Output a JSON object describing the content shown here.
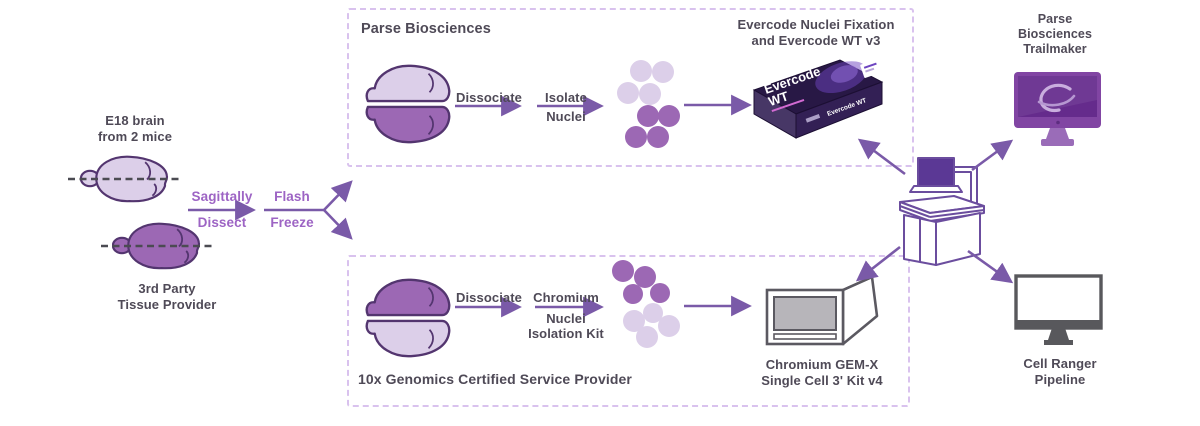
{
  "source": {
    "e18_line1": "E18 brain",
    "e18_line2": "from 2 mice",
    "provider_line1": "3rd Party",
    "provider_line2": "Tissue Provider",
    "step1_top": "Sagittally",
    "step1_bottom": "Dissect",
    "step2_top": "Flash",
    "step2_bottom": "Freeze"
  },
  "parse_box": {
    "title": "Parse Biosciences",
    "step1": "Dissociate",
    "step2_top": "Isolate",
    "step2_bottom": "Nuclei",
    "kit_title_line1": "Evercode Nuclei Fixation",
    "kit_title_line2": "and Evercode WT v3",
    "kit_box_line1": "Evercode",
    "kit_box_line2": "WT",
    "kit_box_side": "Evercode WT"
  },
  "tenx_box": {
    "title": "10x Genomics Certified Service Provider",
    "step1": "Dissociate",
    "step2_top": "Chromium",
    "step2_mid": "Nuclei",
    "step2_bottom": "Isolation Kit",
    "kit_title_line1": "Chromium GEM-X",
    "kit_title_line2": "Single Cell 3' Kit v4"
  },
  "outputs": {
    "trailmaker_line1": "Parse",
    "trailmaker_line2": "Biosciences",
    "trailmaker_line3": "Trailmaker",
    "cellranger_line1": "Cell Ranger",
    "cellranger_line2": "Pipeline"
  },
  "colors": {
    "light_purple_fill": "#dccfe9",
    "mid_purple_fill": "#9c68b4",
    "brain_outline": "#53356f",
    "arrow_purple": "#7a5aa8",
    "step_label_purple": "#9d64c4",
    "text_gray": "#4f4a57",
    "box_dash": "#d9c2ee",
    "kit_dark_purple": "#281845",
    "instrument_gray": "#5b5961",
    "monitor_purple": "#8145a3"
  }
}
